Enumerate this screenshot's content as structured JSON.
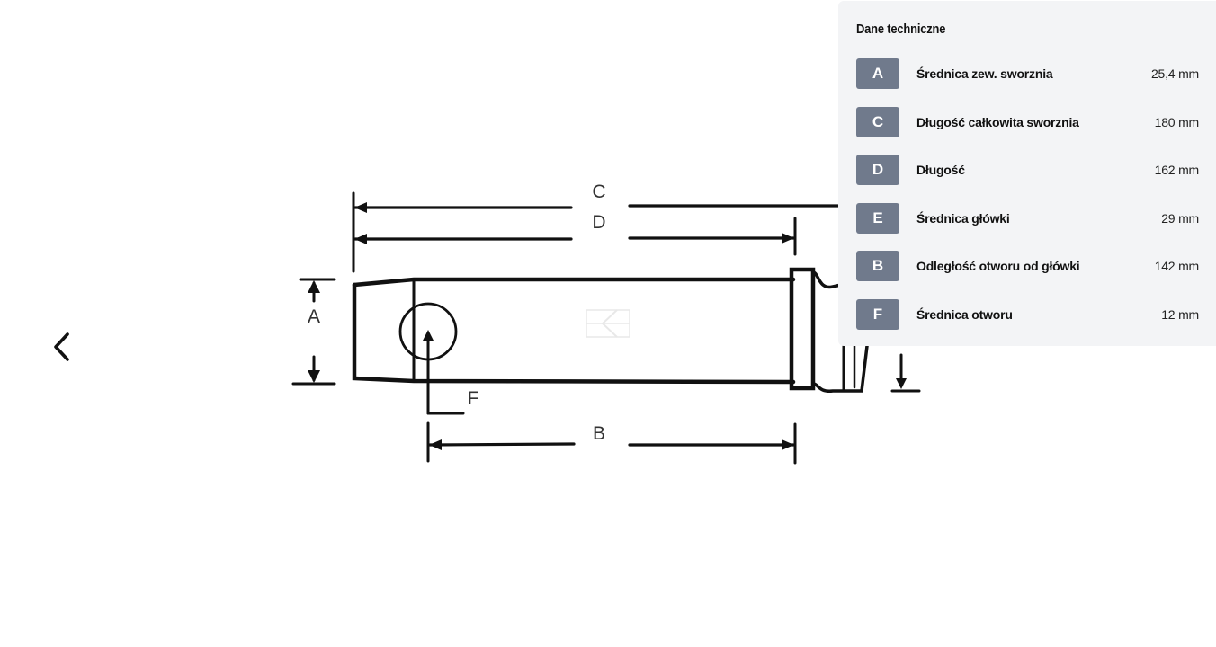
{
  "gallery": {
    "prev_icon": "chevron-left-icon",
    "diagram_labels": {
      "c": "C",
      "d": "D",
      "a": "A",
      "f": "F",
      "b": "B"
    },
    "watermark_icon": "brand-logo-watermark"
  },
  "specs": {
    "title": "Dane techniczne",
    "badge_color": "#707a8c",
    "panel_background": "#f3f4f6",
    "rows": [
      {
        "key": "A",
        "name": "Średnica zew. sworznia",
        "value": "25,4 mm"
      },
      {
        "key": "C",
        "name": "Długość całkowita sworznia",
        "value": "180 mm"
      },
      {
        "key": "D",
        "name": "Długość",
        "value": "162 mm"
      },
      {
        "key": "E",
        "name": "Średnica główki",
        "value": "29 mm"
      },
      {
        "key": "B",
        "name": "Odległość otworu od główki",
        "value": "142 mm"
      },
      {
        "key": "F",
        "name": "Średnica otworu",
        "value": "12 mm"
      }
    ]
  }
}
